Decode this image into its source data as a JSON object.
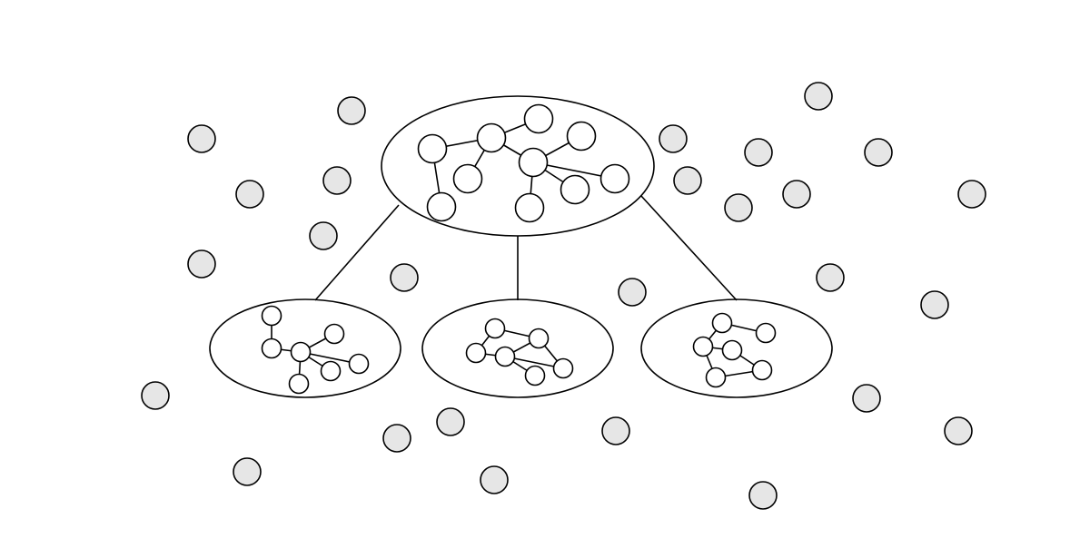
{
  "diagram": {
    "colors": {
      "stroke": "#000000",
      "inner_node_fill": "#ffffff",
      "outer_node_fill": "#e6e6e6",
      "background": "#ffffff"
    },
    "top_cluster": {
      "nodes": [
        "A",
        "B",
        "C",
        "D",
        "E",
        "F",
        "G",
        "H",
        "I",
        "J"
      ],
      "edges": [
        [
          "A",
          "B"
        ],
        [
          "A",
          "G"
        ],
        [
          "B",
          "F"
        ],
        [
          "B",
          "C"
        ],
        [
          "B",
          "E"
        ],
        [
          "E",
          "D"
        ],
        [
          "E",
          "J"
        ],
        [
          "E",
          "I"
        ],
        [
          "E",
          "H"
        ]
      ]
    },
    "sub_clusters": [
      {
        "id": "left",
        "nodes": [
          "a",
          "b",
          "c",
          "d",
          "e",
          "f",
          "g"
        ],
        "edges": [
          [
            "a",
            "b"
          ],
          [
            "b",
            "c"
          ],
          [
            "c",
            "d"
          ],
          [
            "c",
            "e"
          ],
          [
            "c",
            "f"
          ],
          [
            "c",
            "g"
          ]
        ]
      },
      {
        "id": "middle",
        "nodes": [
          "p",
          "q",
          "r",
          "s",
          "t",
          "u"
        ],
        "edges": [
          [
            "p",
            "q"
          ],
          [
            "p",
            "s"
          ],
          [
            "q",
            "r"
          ],
          [
            "r",
            "s"
          ],
          [
            "r",
            "t"
          ],
          [
            "r",
            "u"
          ],
          [
            "s",
            "t"
          ]
        ]
      },
      {
        "id": "right",
        "nodes": [
          "v",
          "w",
          "x",
          "y",
          "z",
          "k"
        ],
        "edges": [
          [
            "v",
            "w"
          ],
          [
            "v",
            "x"
          ],
          [
            "x",
            "y"
          ],
          [
            "x",
            "z"
          ],
          [
            "y",
            "k"
          ],
          [
            "z",
            "k"
          ]
        ]
      }
    ],
    "hierarchy_links": [
      [
        "top",
        "left"
      ],
      [
        "top",
        "middle"
      ],
      [
        "top",
        "right"
      ]
    ],
    "isolated_node_count": 27
  }
}
